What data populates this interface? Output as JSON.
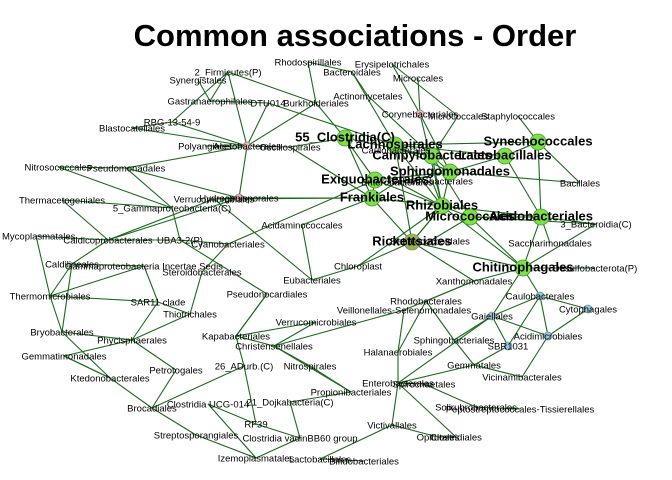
{
  "title": "Common associations - Order",
  "colors": {
    "edge": "#1a6b1a",
    "node_green": "#7be04a",
    "node_green_stroke": "#4f9a2a",
    "node_pink": "#f2b3c0",
    "node_blue": "#8ecbe8",
    "node_olive": "#9ab34a"
  },
  "nodes": [
    {
      "label": "2_Firmicutes(P)",
      "size": "small",
      "color": "plain"
    },
    {
      "label": "Rhodospirillales",
      "size": "small",
      "color": "plain"
    },
    {
      "label": "Synergistales",
      "size": "small",
      "color": "plain"
    },
    {
      "label": "Bacteroidales",
      "size": "small",
      "color": "plain"
    },
    {
      "label": "Erysipelotrichales",
      "size": "small",
      "color": "plain"
    },
    {
      "label": "Microccales",
      "size": "small",
      "color": "plain"
    },
    {
      "label": "Gastranaerophilales",
      "size": "small",
      "color": "plain"
    },
    {
      "label": "DTU014",
      "size": "small",
      "color": "plain"
    },
    {
      "label": "Burkholderiales",
      "size": "small",
      "color": "plain"
    },
    {
      "label": "Actinomycetales",
      "size": "small",
      "color": "plain"
    },
    {
      "label": "Corynebacteriales",
      "size": "small",
      "color": "pink"
    },
    {
      "label": "Micrococcales",
      "size": "small",
      "color": "plain"
    },
    {
      "label": "Staphylococcales",
      "size": "small",
      "color": "plain"
    },
    {
      "label": "RBG-13-54-9",
      "size": "small",
      "color": "plain"
    },
    {
      "label": "Blastocatellales",
      "size": "small",
      "color": "plain"
    },
    {
      "label": "55_Clostridia(C)",
      "size": "large",
      "color": "green"
    },
    {
      "label": "Lachnospirales",
      "size": "large",
      "color": "green"
    },
    {
      "label": "Synechococcales",
      "size": "large",
      "color": "green"
    },
    {
      "label": "Polyangiales",
      "size": "small",
      "color": "plain"
    },
    {
      "label": "Acetobacterales",
      "size": "small",
      "color": "pink"
    },
    {
      "label": "Oscillospirales",
      "size": "small",
      "color": "plain"
    },
    {
      "label": "Caulobacterales",
      "size": "small",
      "color": "plain"
    },
    {
      "label": "Campylobacterales",
      "size": "large",
      "color": "green"
    },
    {
      "label": "Lactobacillales",
      "size": "large",
      "color": "green"
    },
    {
      "label": "Sphingomonadales",
      "size": "large",
      "color": "green"
    },
    {
      "label": "Nitrosococcales",
      "size": "small",
      "color": "plain"
    },
    {
      "label": "Pseudomonadales",
      "size": "small",
      "color": "plain"
    },
    {
      "label": "Exiguobacterales",
      "size": "large",
      "color": "green"
    },
    {
      "label": "Enterobacterales",
      "size": "small",
      "color": "plain"
    },
    {
      "label": "Bacillales",
      "size": "small",
      "color": "plain"
    },
    {
      "label": "Solirubrobacterales",
      "size": "small",
      "color": "plain"
    },
    {
      "label": "Frankiales",
      "size": "large",
      "color": "green"
    },
    {
      "label": "Thermacetogeniales",
      "size": "small",
      "color": "plain"
    },
    {
      "label": "Verrucomicrobiales",
      "size": "small",
      "color": "plain"
    },
    {
      "label": "5_Gammaproteobacteria(C)",
      "size": "small",
      "color": "plain"
    },
    {
      "label": "Hydrogenisporales",
      "size": "small",
      "color": "pink"
    },
    {
      "label": "Rhizobiales",
      "size": "large",
      "color": "green"
    },
    {
      "label": "Micrococcales",
      "size": "large",
      "color": "green"
    },
    {
      "label": "Acidobacteriales",
      "size": "large",
      "color": "green"
    },
    {
      "label": "Acidaminococcales",
      "size": "small",
      "color": "plain"
    },
    {
      "label": "3_Bacteroidia(C)",
      "size": "small",
      "color": "plain"
    },
    {
      "label": "Mycoplasmatales",
      "size": "small",
      "color": "plain"
    },
    {
      "label": "Caldicoprobacterales",
      "size": "small",
      "color": "plain"
    },
    {
      "label": "UBA3-2(P)",
      "size": "small",
      "color": "plain"
    },
    {
      "label": "Cyanobacteriales",
      "size": "small",
      "color": "plain"
    },
    {
      "label": "Rickettsiales",
      "size": "large",
      "color": "olive"
    },
    {
      "label": "Dehalococcoidales",
      "size": "small",
      "color": "plain"
    },
    {
      "label": "Saccharimonadales",
      "size": "small",
      "color": "plain"
    },
    {
      "label": "Caldilineales",
      "size": "small",
      "color": "plain"
    },
    {
      "label": "Gammaproteobacteria Incertae Sedis",
      "size": "small",
      "color": "plain"
    },
    {
      "label": "Chloroplast",
      "size": "small",
      "color": "plain"
    },
    {
      "label": "Chitinophagales",
      "size": "large",
      "color": "green"
    },
    {
      "label": "Desulfobacterota(P)",
      "size": "small",
      "color": "plain"
    },
    {
      "label": "Steroidobacterales",
      "size": "small",
      "color": "plain"
    },
    {
      "label": "Eubacteriales",
      "size": "small",
      "color": "plain"
    },
    {
      "label": "Xanthomonadales",
      "size": "small",
      "color": "plain"
    },
    {
      "label": "Thermomicrobiales",
      "size": "small",
      "color": "plain"
    },
    {
      "label": "Pseudonocardiales",
      "size": "small",
      "color": "plain"
    },
    {
      "label": "Caulobacterales",
      "size": "small",
      "color": "blue"
    },
    {
      "label": "SAR11 clade",
      "size": "small",
      "color": "plain"
    },
    {
      "label": "Veillonellales-Selenomonadales",
      "size": "small",
      "color": "plain"
    },
    {
      "label": "Rhodobacterales",
      "size": "small",
      "color": "plain"
    },
    {
      "label": "Thiotrichales",
      "size": "small",
      "color": "plain"
    },
    {
      "label": "Gaiellales",
      "size": "small",
      "color": "blue"
    },
    {
      "label": "Cytophagales",
      "size": "small",
      "color": "blue"
    },
    {
      "label": "Bryobacterales",
      "size": "small",
      "color": "plain"
    },
    {
      "label": "Verrucomicrobiales",
      "size": "small",
      "color": "plain"
    },
    {
      "label": "Phycisphaerales",
      "size": "small",
      "color": "plain"
    },
    {
      "label": "Kapabacteriales",
      "size": "small",
      "color": "plain"
    },
    {
      "label": "Sphingobacteriales",
      "size": "small",
      "color": "plain"
    },
    {
      "label": "Acidimicrobiales",
      "size": "small",
      "color": "blue"
    },
    {
      "label": "Gemmatimonadales",
      "size": "small",
      "color": "plain"
    },
    {
      "label": "Christensenellales",
      "size": "small",
      "color": "plain"
    },
    {
      "label": "SBR1031",
      "size": "small",
      "color": "blue"
    },
    {
      "label": "Halanaerobiales",
      "size": "small",
      "color": "plain"
    },
    {
      "label": "Gemmatales",
      "size": "small",
      "color": "plain"
    },
    {
      "label": "Petrotogales",
      "size": "small",
      "color": "plain"
    },
    {
      "label": "26_ADurb.(C)",
      "size": "small",
      "color": "plain"
    },
    {
      "label": "Nitrospirales",
      "size": "small",
      "color": "plain"
    },
    {
      "label": "Ktedonobacterales",
      "size": "small",
      "color": "plain"
    },
    {
      "label": "Vicinamibacterales",
      "size": "small",
      "color": "plain"
    },
    {
      "label": "Enterobacterales",
      "size": "small",
      "color": "plain"
    },
    {
      "label": "Spirochaetales",
      "size": "small",
      "color": "plain"
    },
    {
      "label": "Propionibacteriales",
      "size": "small",
      "color": "plain"
    },
    {
      "label": "Brocadiales",
      "size": "small",
      "color": "plain"
    },
    {
      "label": "Clostridia UCG-014",
      "size": "small",
      "color": "plain"
    },
    {
      "label": "21_Dojkabacteria(C)",
      "size": "small",
      "color": "plain"
    },
    {
      "label": "Solirubrobacterales",
      "size": "small",
      "color": "plain"
    },
    {
      "label": "Peptostreptococcales-Tissierellales",
      "size": "small",
      "color": "plain"
    },
    {
      "label": "RF39",
      "size": "small",
      "color": "plain"
    },
    {
      "label": "Streptosporangiales",
      "size": "small",
      "color": "plain"
    },
    {
      "label": "Clostridia vadinBB60 group",
      "size": "small",
      "color": "plain"
    },
    {
      "label": "Victivallales",
      "size": "small",
      "color": "plain"
    },
    {
      "label": "Opitutales",
      "size": "small",
      "color": "plain"
    },
    {
      "label": "Clostridiales",
      "size": "small",
      "color": "plain"
    },
    {
      "label": "Izemoplasmatales",
      "size": "small",
      "color": "plain"
    },
    {
      "label": "Lactobacillales",
      "size": "small",
      "color": "plain"
    },
    {
      "label": "Bifidobacteriales",
      "size": "small",
      "color": "plain"
    }
  ]
}
